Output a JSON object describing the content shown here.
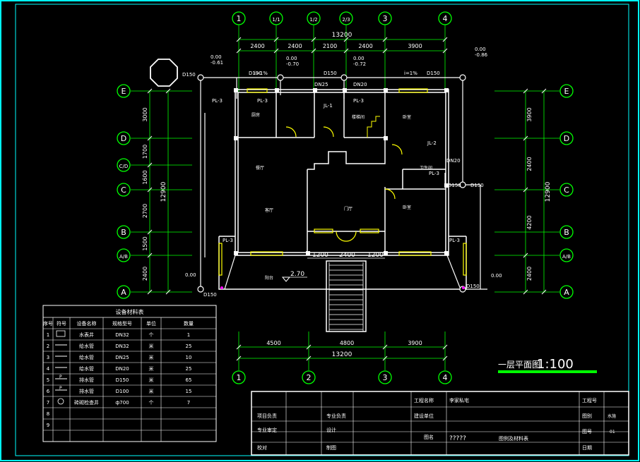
{
  "colors": {
    "background": "#000000",
    "frame": "#00ffff",
    "wall": "#ffffff",
    "axis": "#00ff00",
    "window": "#ffff00",
    "pipe": "#ffffff",
    "dim_text": "#ffffff",
    "accent": "#ff00ff"
  },
  "axes_top": [
    "1",
    "1/1",
    "1/2",
    "2/3",
    "3",
    "4"
  ],
  "axes_bottom": [
    "1",
    "2",
    "3",
    "4"
  ],
  "axes_left": [
    "E",
    "D",
    "C/D",
    "C",
    "B",
    "A/B",
    "A"
  ],
  "axes_right": [
    "E",
    "D",
    "C",
    "B",
    "A/B",
    "A"
  ],
  "dims": {
    "top_total": "13200",
    "top_segments": [
      "2400",
      "2400",
      "2100",
      "2400",
      "3900"
    ],
    "bottom_total": "13200",
    "bottom_segments": [
      "4500",
      "4800",
      "3900"
    ],
    "left_total": "12900",
    "left_segments": [
      "3000",
      "1700",
      "1600",
      "2700",
      "1500",
      "2400"
    ],
    "right_total": "12900",
    "right_segments": [
      "3900",
      "2400",
      "4200",
      "2400"
    ],
    "front_opening": [
      "1200",
      "2400",
      "1200"
    ],
    "level": "2.70"
  },
  "pipe_labels": {
    "d150": "D150",
    "dn25": "DN25",
    "dn20": "DN20",
    "pl3": "PL-3",
    "jl1": "JL-1",
    "jl2": "JL-2",
    "slope": "i=1%",
    "elev_a": "0.00",
    "elev_b": "-0.61",
    "elev_c": "-0.70",
    "elev_d": "-0.72",
    "elev_e": "-0.86"
  },
  "drawing_title": "一层平面图",
  "scale": "1:100",
  "legend": {
    "title": "设备材料表",
    "headers": [
      "序号",
      "符号",
      "设备名称",
      "规格型号",
      "单位",
      "数量"
    ],
    "rows": [
      {
        "no": "1",
        "name": "水表井",
        "spec": "DN32",
        "unit": "个",
        "qty": "1"
      },
      {
        "no": "2",
        "name": "给水管",
        "spec": "DN32",
        "unit": "米",
        "qty": "25"
      },
      {
        "no": "3",
        "name": "给水管",
        "spec": "DN25",
        "unit": "米",
        "qty": "10"
      },
      {
        "no": "4",
        "name": "给水管",
        "spec": "DN20",
        "unit": "米",
        "qty": "25"
      },
      {
        "no": "5",
        "name": "排水管",
        "spec": "D150",
        "unit": "米",
        "qty": "65"
      },
      {
        "no": "6",
        "name": "排水管",
        "spec": "D100",
        "unit": "米",
        "qty": "15"
      },
      {
        "no": "7",
        "name": "砖砌检查井",
        "spec": "ф700",
        "unit": "个",
        "qty": "7"
      },
      {
        "no": "8",
        "name": "",
        "spec": "",
        "unit": "",
        "qty": ""
      },
      {
        "no": "9",
        "name": "",
        "spec": "",
        "unit": "",
        "qty": ""
      }
    ]
  },
  "title_block": {
    "project_label": "工程名称",
    "project_value": "李家私宅",
    "client_label": "建设单位",
    "number_label": "工程号",
    "drawing_label": "图名",
    "drawing_value": "?????",
    "drawing_sub": "图例及材料表",
    "stage_label": "图别",
    "stage_value": "水施",
    "sheet_label": "图号",
    "sheet_value": "01",
    "date_label": "日期",
    "left_labels": [
      "项目负责",
      "专业负责",
      "专业审定",
      "设计",
      "校对",
      "制图"
    ]
  },
  "room_labels": [
    "厨房",
    "餐厅",
    "客厅",
    "卧室",
    "卫生间",
    "门厅",
    "楼梯间",
    "阳台",
    "卧室"
  ]
}
